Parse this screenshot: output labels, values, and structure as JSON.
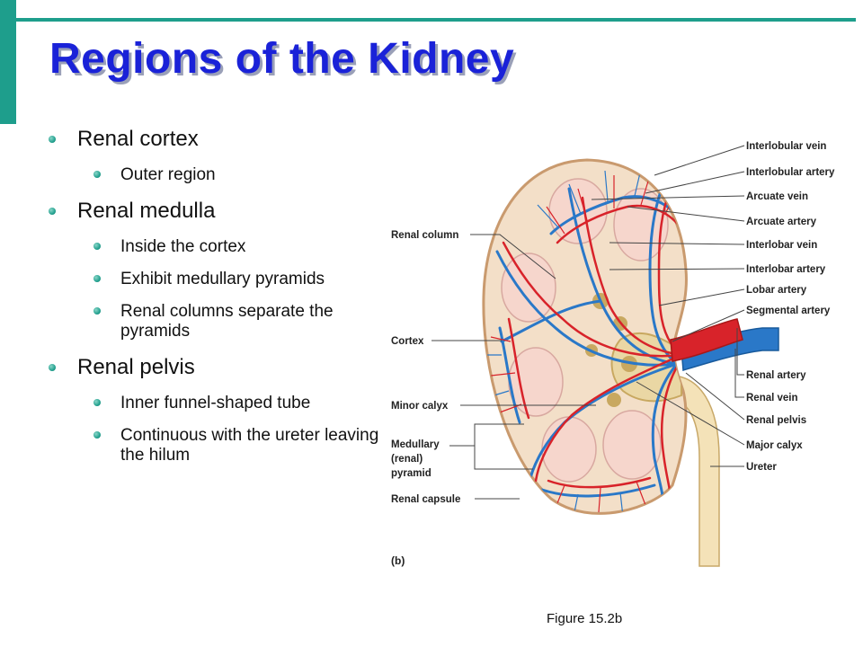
{
  "slide": {
    "title": "Regions of the Kidney",
    "caption": "Figure 15.2b"
  },
  "bullets": [
    {
      "text": "Renal cortex",
      "sub": [
        "Outer region"
      ]
    },
    {
      "text": "Renal medulla",
      "sub": [
        "Inside the cortex",
        "Exhibit medullary pyramids",
        "Renal columns separate the pyramids"
      ]
    },
    {
      "text": "Renal pelvis",
      "sub": [
        "Inner funnel-shaped tube",
        "Continuous with the ureter leaving the hilum"
      ]
    }
  ],
  "figure": {
    "panel_label": "(b)",
    "left_labels": {
      "renal_column": "Renal column",
      "cortex": "Cortex",
      "minor_calyx": "Minor calyx",
      "medullary_1": "Medullary",
      "medullary_2": "(renal)",
      "medullary_3": "pyramid",
      "renal_capsule": "Renal capsule"
    },
    "right_labels": {
      "interlobular_vein": "Interlobular vein",
      "interlobular_artery": "Interlobular artery",
      "arcuate_vein": "Arcuate vein",
      "arcuate_artery": "Arcuate artery",
      "interlobar_vein": "Interlobar vein",
      "interlobar_artery": "Interlobar artery",
      "lobar_artery": "Lobar artery",
      "segmental_artery": "Segmental artery",
      "renal_artery": "Renal artery",
      "renal_vein": "Renal vein",
      "renal_pelvis": "Renal pelvis",
      "major_calyx": "Major calyx",
      "ureter": "Ureter"
    }
  },
  "colors": {
    "accent": "#1e9e8c",
    "title": "#1a22d8",
    "artery": "#d8232a",
    "vein": "#2a78c8",
    "cortex": "#f3dfc8",
    "pyramid": "#f6d6cc",
    "pelvis": "#c8a860"
  }
}
